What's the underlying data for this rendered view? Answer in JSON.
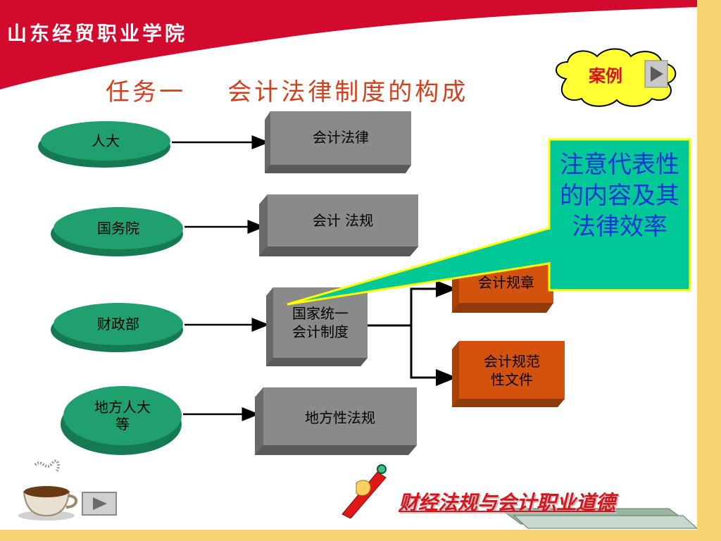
{
  "header": {
    "school_name": "山东经贸职业学院",
    "title": "任务一    会计法律制度的构成"
  },
  "case_button": {
    "label": "案例"
  },
  "sources": [
    {
      "label": "人大"
    },
    {
      "label": "国务院"
    },
    {
      "label": "财政部"
    },
    {
      "label": "地方人大\n等"
    }
  ],
  "documents": [
    {
      "label": "会计法律"
    },
    {
      "label": "会计 法规"
    },
    {
      "label": "国家统一\n会计制度"
    },
    {
      "label": "地方性法规"
    }
  ],
  "sub_documents": [
    {
      "label": "会计规章"
    },
    {
      "label": "会计规范\n性文件"
    }
  ],
  "callout": {
    "text": "注意代表性的内容及其法律效率"
  },
  "footer": {
    "course_title": "财经法规与会计职业道德"
  },
  "colors": {
    "banner_red": "#d20a2e",
    "oval_green": "#1fa06e",
    "box_gray": "#8a8a8a",
    "box_orange": "#d2520e",
    "callout_fill": "#00c897",
    "callout_border": "#ffff00",
    "title_color": "#d2401d"
  }
}
